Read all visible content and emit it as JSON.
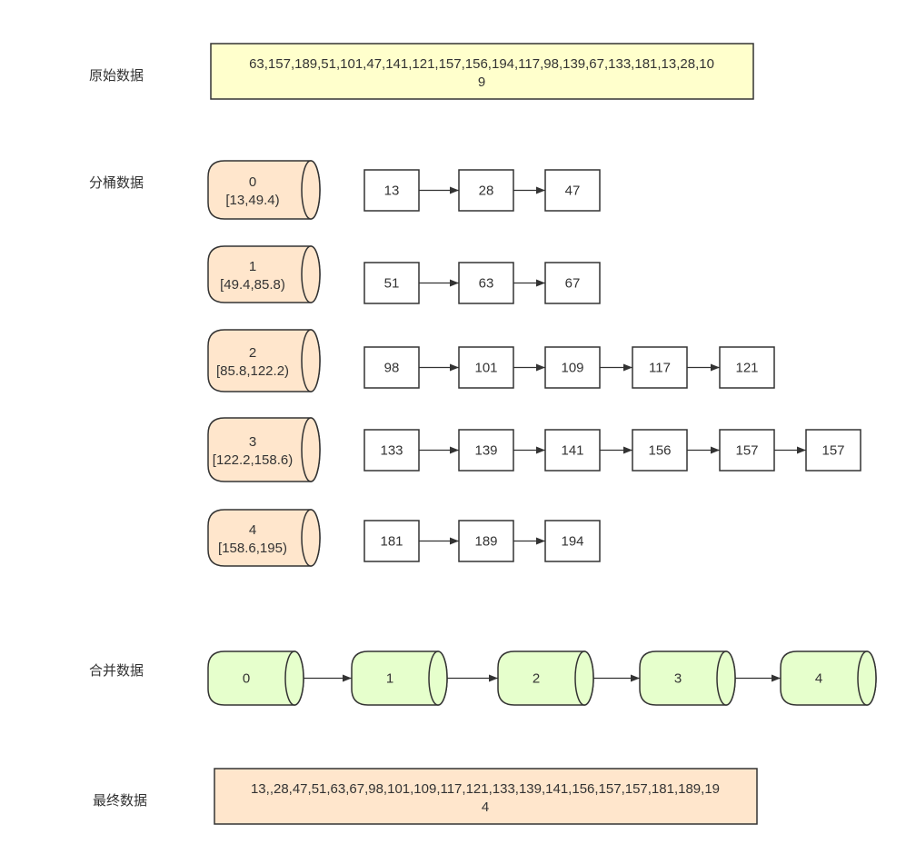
{
  "labels": {
    "original": "原始数据",
    "buckets": "分桶数据",
    "merge": "合并数据",
    "final": "最终数据"
  },
  "original_data": {
    "line1": "63,157,189,51,101,47,141,121,157,156,194,117,98,139,67,133,181,13,28,10",
    "line2": "9"
  },
  "buckets": [
    {
      "index": "0",
      "range": "[13,49.4)",
      "items": [
        "13",
        "28",
        "47"
      ]
    },
    {
      "index": "1",
      "range": "[49.4,85.8)",
      "items": [
        "51",
        "63",
        "67"
      ]
    },
    {
      "index": "2",
      "range": "[85.8,122.2)",
      "items": [
        "98",
        "101",
        "109",
        "117",
        "121"
      ]
    },
    {
      "index": "3",
      "range": "[122.2,158.6)",
      "items": [
        "133",
        "139",
        "141",
        "156",
        "157",
        "157"
      ]
    },
    {
      "index": "4",
      "range": "[158.6,195)",
      "items": [
        "181",
        "189",
        "194"
      ]
    }
  ],
  "merge": [
    "0",
    "1",
    "2",
    "3",
    "4"
  ],
  "final_data": {
    "line1": "13,,28,47,51,63,67,98,101,109,117,121,133,139,141,156,157,157,181,189,19",
    "line2": "4"
  },
  "colors": {
    "original_box": "#ffffcc",
    "bucket_fill": "#ffe6cc",
    "merge_fill": "#e6ffcc",
    "final_box": "#ffe6cc",
    "stroke": "#333333"
  }
}
